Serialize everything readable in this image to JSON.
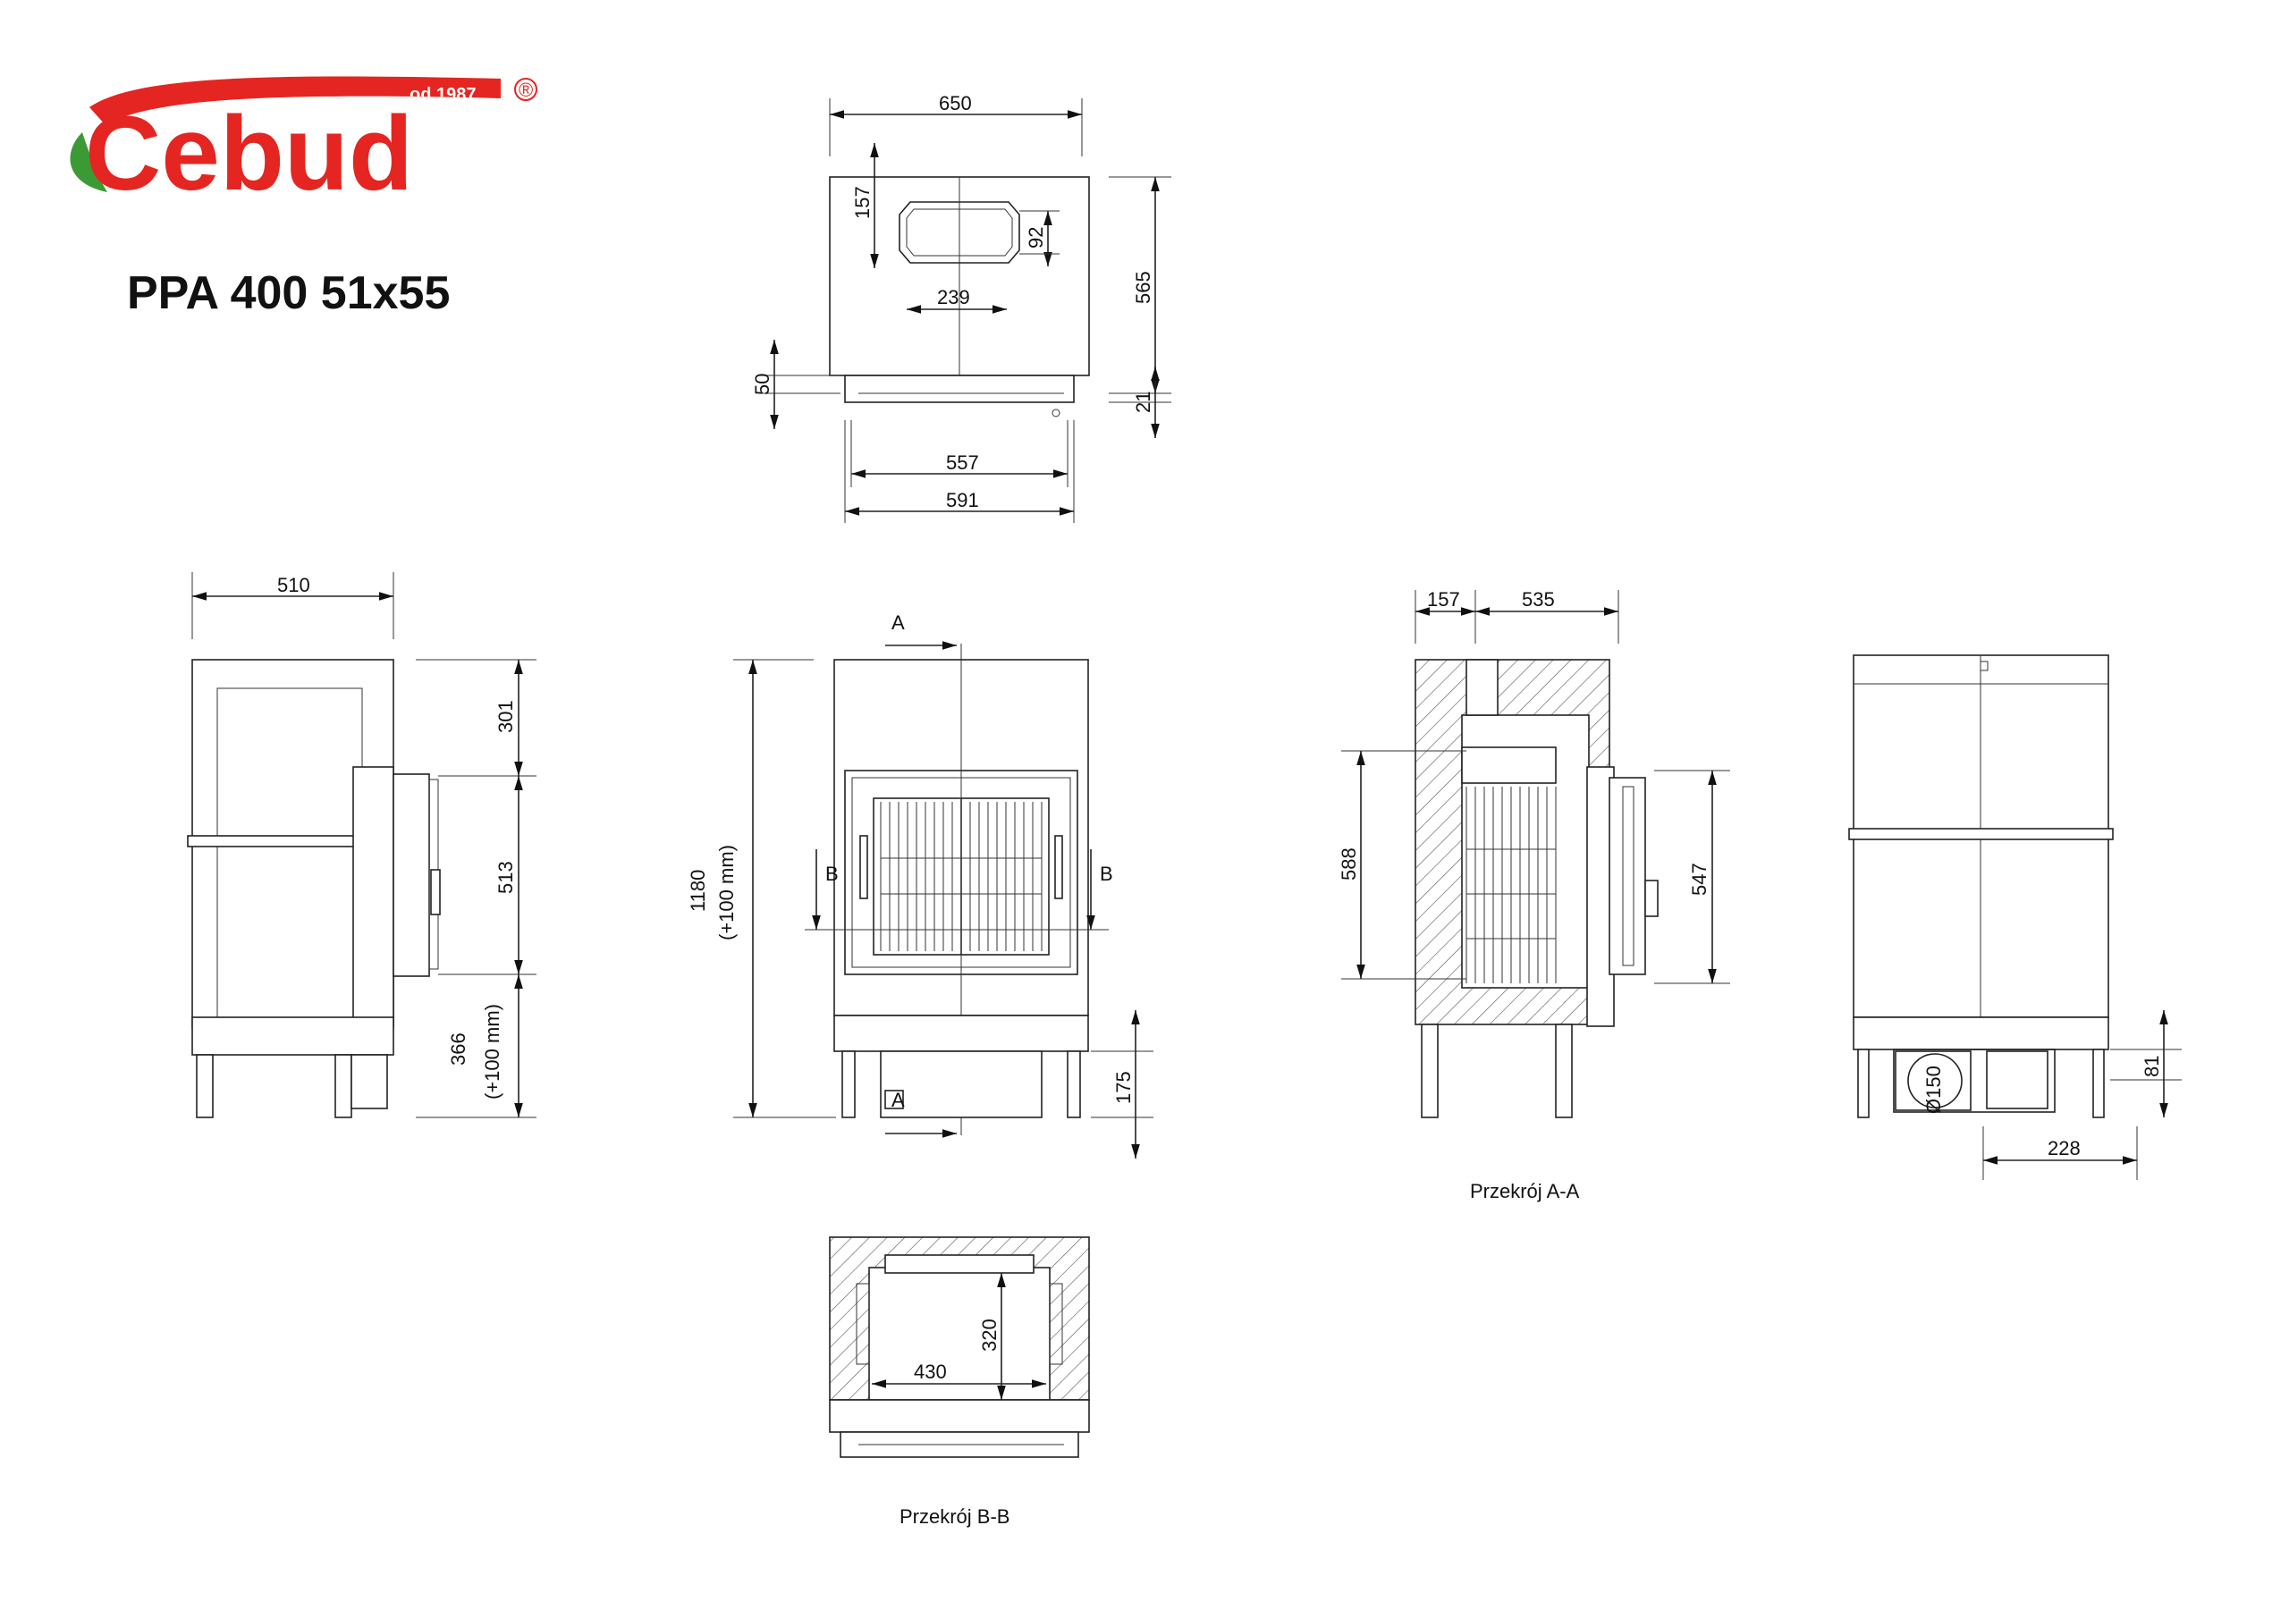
{
  "brand": {
    "logo_text": "Cebud",
    "since_text": "od 1987",
    "registered_mark": "®",
    "brand_color": "#e52521",
    "leaf_color": "#3c9a35"
  },
  "model": "PPA 400 51x55",
  "top_view": {
    "width_overall": "650",
    "outlet_offset": "157",
    "outlet_height": "92",
    "outlet_width": "239",
    "depth": "565",
    "base_step": "50",
    "base_bottom": "21",
    "base_inner": "557",
    "base_outer": "591"
  },
  "side_view": {
    "width": "510",
    "upper": "301",
    "door": "513",
    "lower": "366",
    "lower_note": "(+100 mm)"
  },
  "front_view": {
    "section_a_top": "A",
    "section_a_bottom": "A",
    "section_b_left": "B",
    "section_b_right": "B",
    "height": "1180",
    "height_note": "(+100 mm)",
    "leg_height": "175"
  },
  "section_aa": {
    "dim_left": "157",
    "dim_top": "535",
    "chamber_height": "588",
    "door_height": "547",
    "caption": "Przekrój A-A"
  },
  "rear_view": {
    "outlet_diameter": "Ø150",
    "base_height": "81",
    "outlet_width": "228"
  },
  "section_bb": {
    "width": "430",
    "depth": "320",
    "caption": "Przekrój B-B"
  }
}
